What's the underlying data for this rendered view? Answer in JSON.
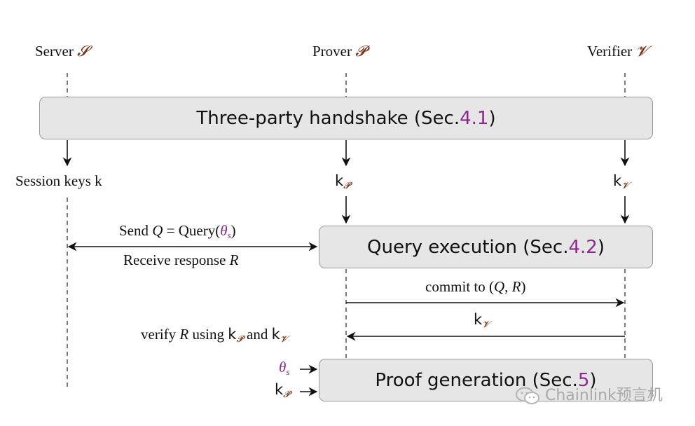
{
  "parties": {
    "server": {
      "name": "Server",
      "symbol": "𝓢"
    },
    "prover": {
      "name": "Prover",
      "symbol": "𝓟"
    },
    "verifier": {
      "name": "Verifier",
      "symbol": "𝓥"
    }
  },
  "boxes": {
    "handshake": {
      "text": "Three-party handshake (Sec. ",
      "ref": "4.1",
      "close": ")"
    },
    "query": {
      "text": "Query execution (Sec. ",
      "ref": "4.2",
      "close": ")"
    },
    "proof": {
      "text": "Proof generation (Sec. ",
      "ref": "5",
      "close": ")"
    }
  },
  "labels": {
    "session_keys": "Session keys k",
    "k": "k",
    "P": "𝓟",
    "V": "𝓥",
    "send_prefix": "Send ",
    "Q": "Q",
    "send_eq": " = Query(",
    "theta": "θ",
    "s": "s",
    "close_paren": ")",
    "receive_prefix": "Receive response ",
    "R": "R",
    "commit_prefix": "commit to (",
    "comma": ", ",
    "verify_prefix": "verify ",
    "verify_using": " using ",
    "and": " and "
  },
  "watermark": {
    "text": "Chainlink预言机"
  }
}
